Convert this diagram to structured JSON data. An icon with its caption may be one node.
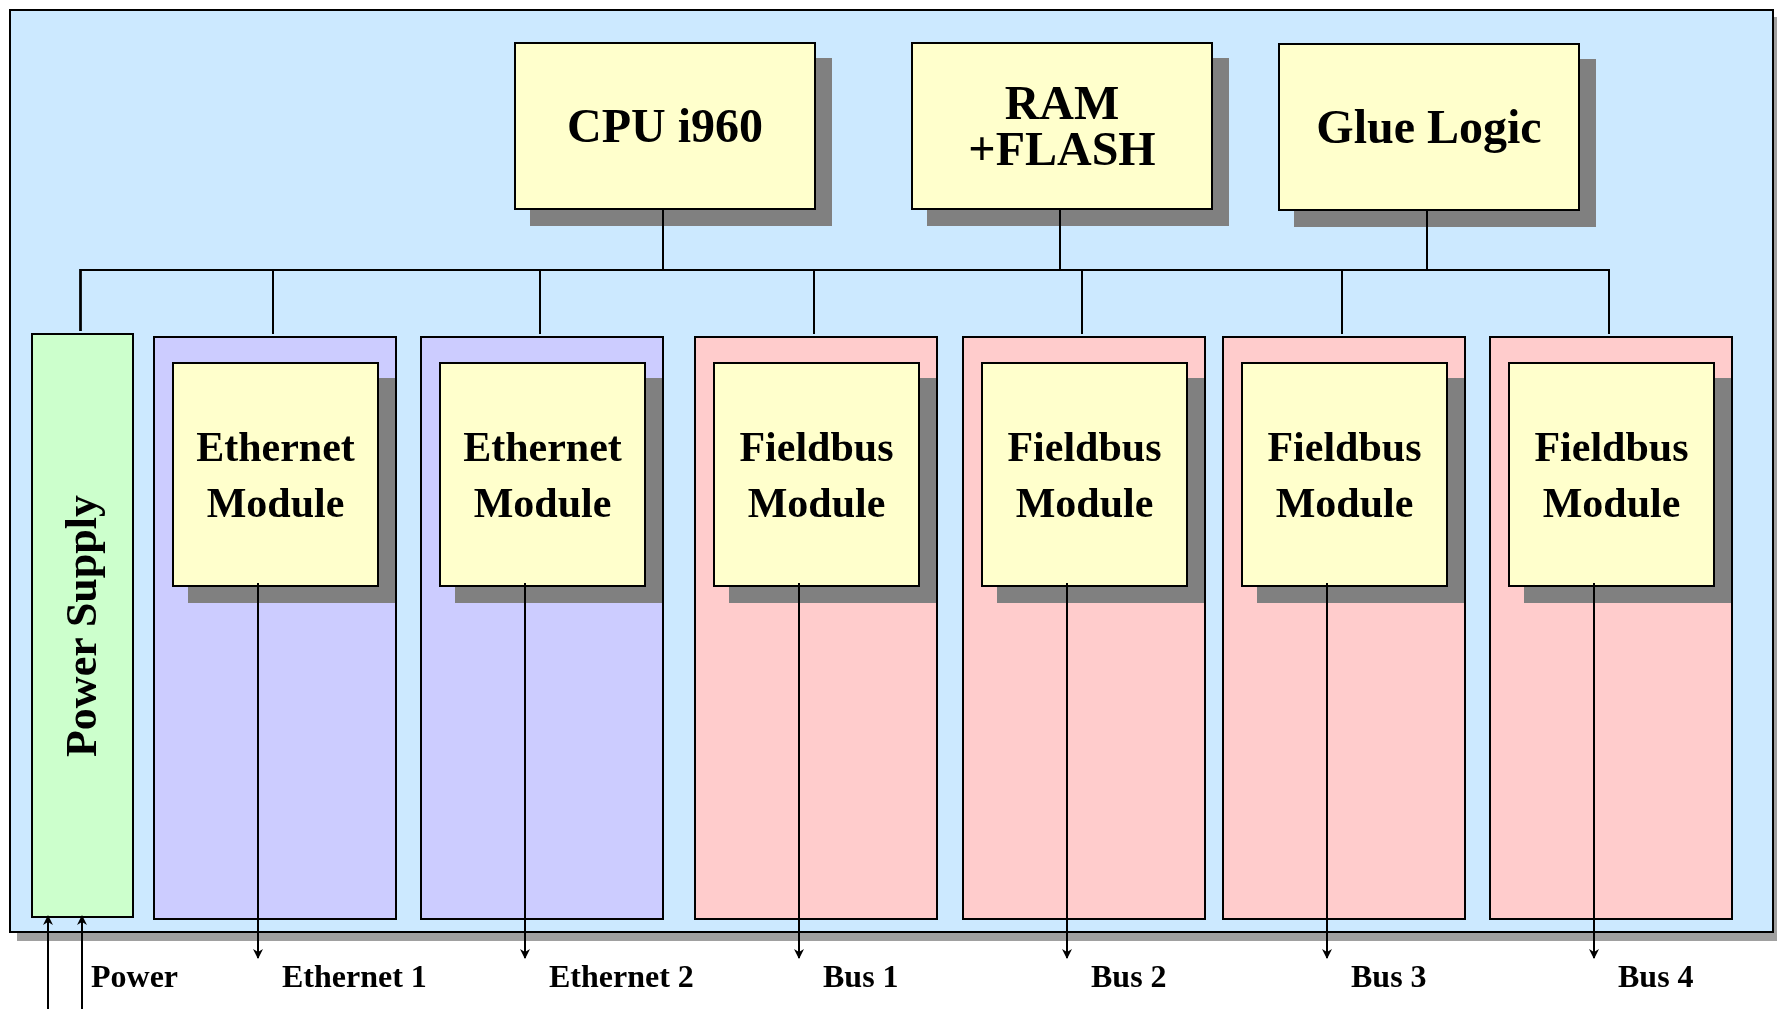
{
  "diagram": {
    "nodes": [
      {
        "text": [],
        "shape": "box"
      },
      {
        "text": [
          "CPU i960"
        ],
        "in": 0
      },
      {
        "text": [
          "RAM +FLASH"
        ],
        "in": 0
      },
      {
        "text": [
          "Glue Logic"
        ],
        "in": 0
      },
      {
        "text": [
          "Power Supply"
        ],
        "in": 0
      },
      {
        "text": [],
        "shape": "box",
        "in": 0
      },
      {
        "text": [
          "Ethernet Module"
        ],
        "in": 5
      },
      {
        "text": [],
        "shape": "box",
        "in": 0
      },
      {
        "text": [
          "Ethernet Module"
        ],
        "in": 7
      },
      {
        "text": [],
        "shape": "box",
        "in": 0
      },
      {
        "text": [
          "Fieldbus Module"
        ],
        "in": 9
      },
      {
        "text": [],
        "shape": "box",
        "in": 0
      },
      {
        "text": [
          "Fieldbus Module"
        ],
        "in": 11
      },
      {
        "text": [],
        "shape": "box",
        "in": 0
      },
      {
        "text": [
          "Fieldbus Module"
        ],
        "in": 13
      },
      {
        "text": [],
        "shape": "box",
        "in": 0
      },
      {
        "text": [
          "Fieldbus Module"
        ],
        "in": 15
      },
      {
        "text": [
          "Ethernet 1"
        ]
      },
      {
        "text": [
          "Ethernet 2"
        ]
      },
      {
        "text": [
          "Bus 1"
        ]
      },
      {
        "text": [
          "Bus 2"
        ]
      },
      {
        "text": [
          "Bus 3"
        ]
      },
      {
        "text": [
          "Bus 4"
        ]
      }
    ],
    "edges": [
      {
        "from": 6,
        "to": 17,
        "arrow": "to"
      },
      {
        "from": 8,
        "to": 18,
        "arrow": "to"
      },
      {
        "from": 10,
        "to": 19,
        "arrow": "to"
      },
      {
        "from": 12,
        "to": 20,
        "arrow": "to"
      },
      {
        "from": 14,
        "to": 21,
        "arrow": "to"
      },
      {
        "from": 16,
        "to": 22,
        "arrow": "to"
      },
      {
        "from": null,
        "to": 4,
        "arrow": "to"
      },
      {
        "from": null,
        "to": 4,
        "arrow": "to"
      },
      {
        "from": 1,
        "to": 4,
        "arrow": "none"
      },
      {
        "from": 1,
        "to": 5,
        "arrow": "none"
      },
      {
        "from": 1,
        "to": 7,
        "arrow": "none"
      },
      {
        "from": 1,
        "to": 9,
        "arrow": "none"
      },
      {
        "from": 1,
        "to": 11,
        "arrow": "none"
      },
      {
        "from": 1,
        "to": 13,
        "arrow": "none"
      },
      {
        "from": 1,
        "to": 15,
        "arrow": "none"
      },
      {
        "from": 2,
        "to": 4,
        "arrow": "none"
      },
      {
        "from": 2,
        "to": 5,
        "arrow": "none"
      },
      {
        "from": 2,
        "to": 7,
        "arrow": "none"
      },
      {
        "from": 2,
        "to": 9,
        "arrow": "none"
      },
      {
        "from": 2,
        "to": 11,
        "arrow": "none"
      },
      {
        "from": 2,
        "to": 13,
        "arrow": "none"
      },
      {
        "from": 2,
        "to": 15,
        "arrow": "none"
      },
      {
        "from": 3,
        "to": 4,
        "arrow": "none"
      },
      {
        "from": 3,
        "to": 5,
        "arrow": "none"
      },
      {
        "from": 3,
        "to": 7,
        "arrow": "none"
      },
      {
        "from": 3,
        "to": 9,
        "arrow": "none"
      },
      {
        "from": 3,
        "to": 11,
        "arrow": "none"
      },
      {
        "from": 3,
        "to": 13,
        "arrow": "none"
      },
      {
        "from": 3,
        "to": 15,
        "arrow": "none"
      }
    ],
    "labels": [
      "Power"
    ]
  }
}
